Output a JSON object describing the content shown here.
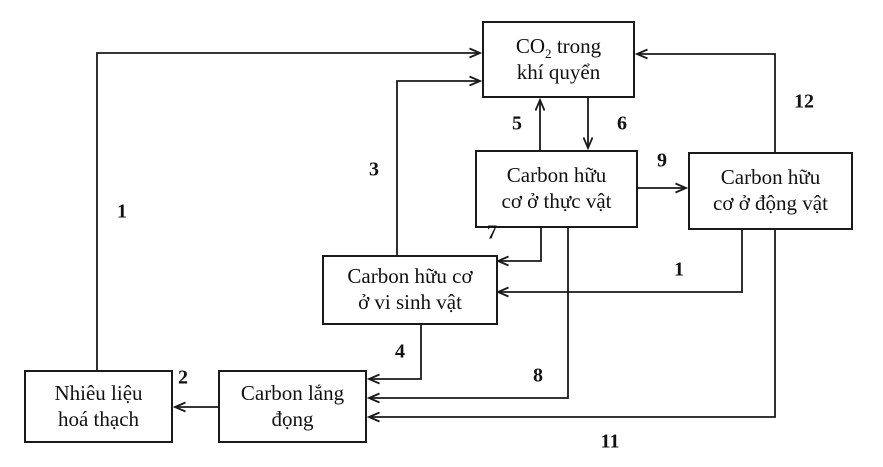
{
  "nodes": {
    "atmosphere": {
      "line1_prefix": "CO",
      "line1_sub": "2",
      "line1_suffix": " trong",
      "line2": "khí quyển"
    },
    "plants": {
      "lines": [
        "Carbon hữu",
        "cơ ở thực vật"
      ]
    },
    "animals": {
      "lines": [
        "Carbon hữu",
        "cơ ở động vật"
      ]
    },
    "microorganisms": {
      "lines": [
        "Carbon hữu cơ",
        "ở vi sinh vật"
      ]
    },
    "sediment": {
      "lines": [
        "Carbon lắng",
        "đọng"
      ]
    },
    "fossil_fuel": {
      "lines": [
        "Nhiêu liệu",
        "hoá thạch"
      ]
    }
  },
  "arrow_labels": {
    "fossil_to_atmosphere": "1",
    "sediment_to_fossil": "2",
    "micro_to_atmosphere": "3",
    "micro_to_sediment": "4",
    "plants_to_atmosphere": "5",
    "atmosphere_to_plants": "6",
    "plants_to_micro": "7",
    "plants_to_sediment": "8",
    "plants_to_animals": "9",
    "animals_to_micro": "1",
    "animals_to_sediment": "11",
    "animals_to_atmosphere": "12"
  },
  "colors": {
    "line": "#1a1a1a",
    "box_border": "#1a1a1a",
    "text": "#111111",
    "background": "#ffffff"
  }
}
